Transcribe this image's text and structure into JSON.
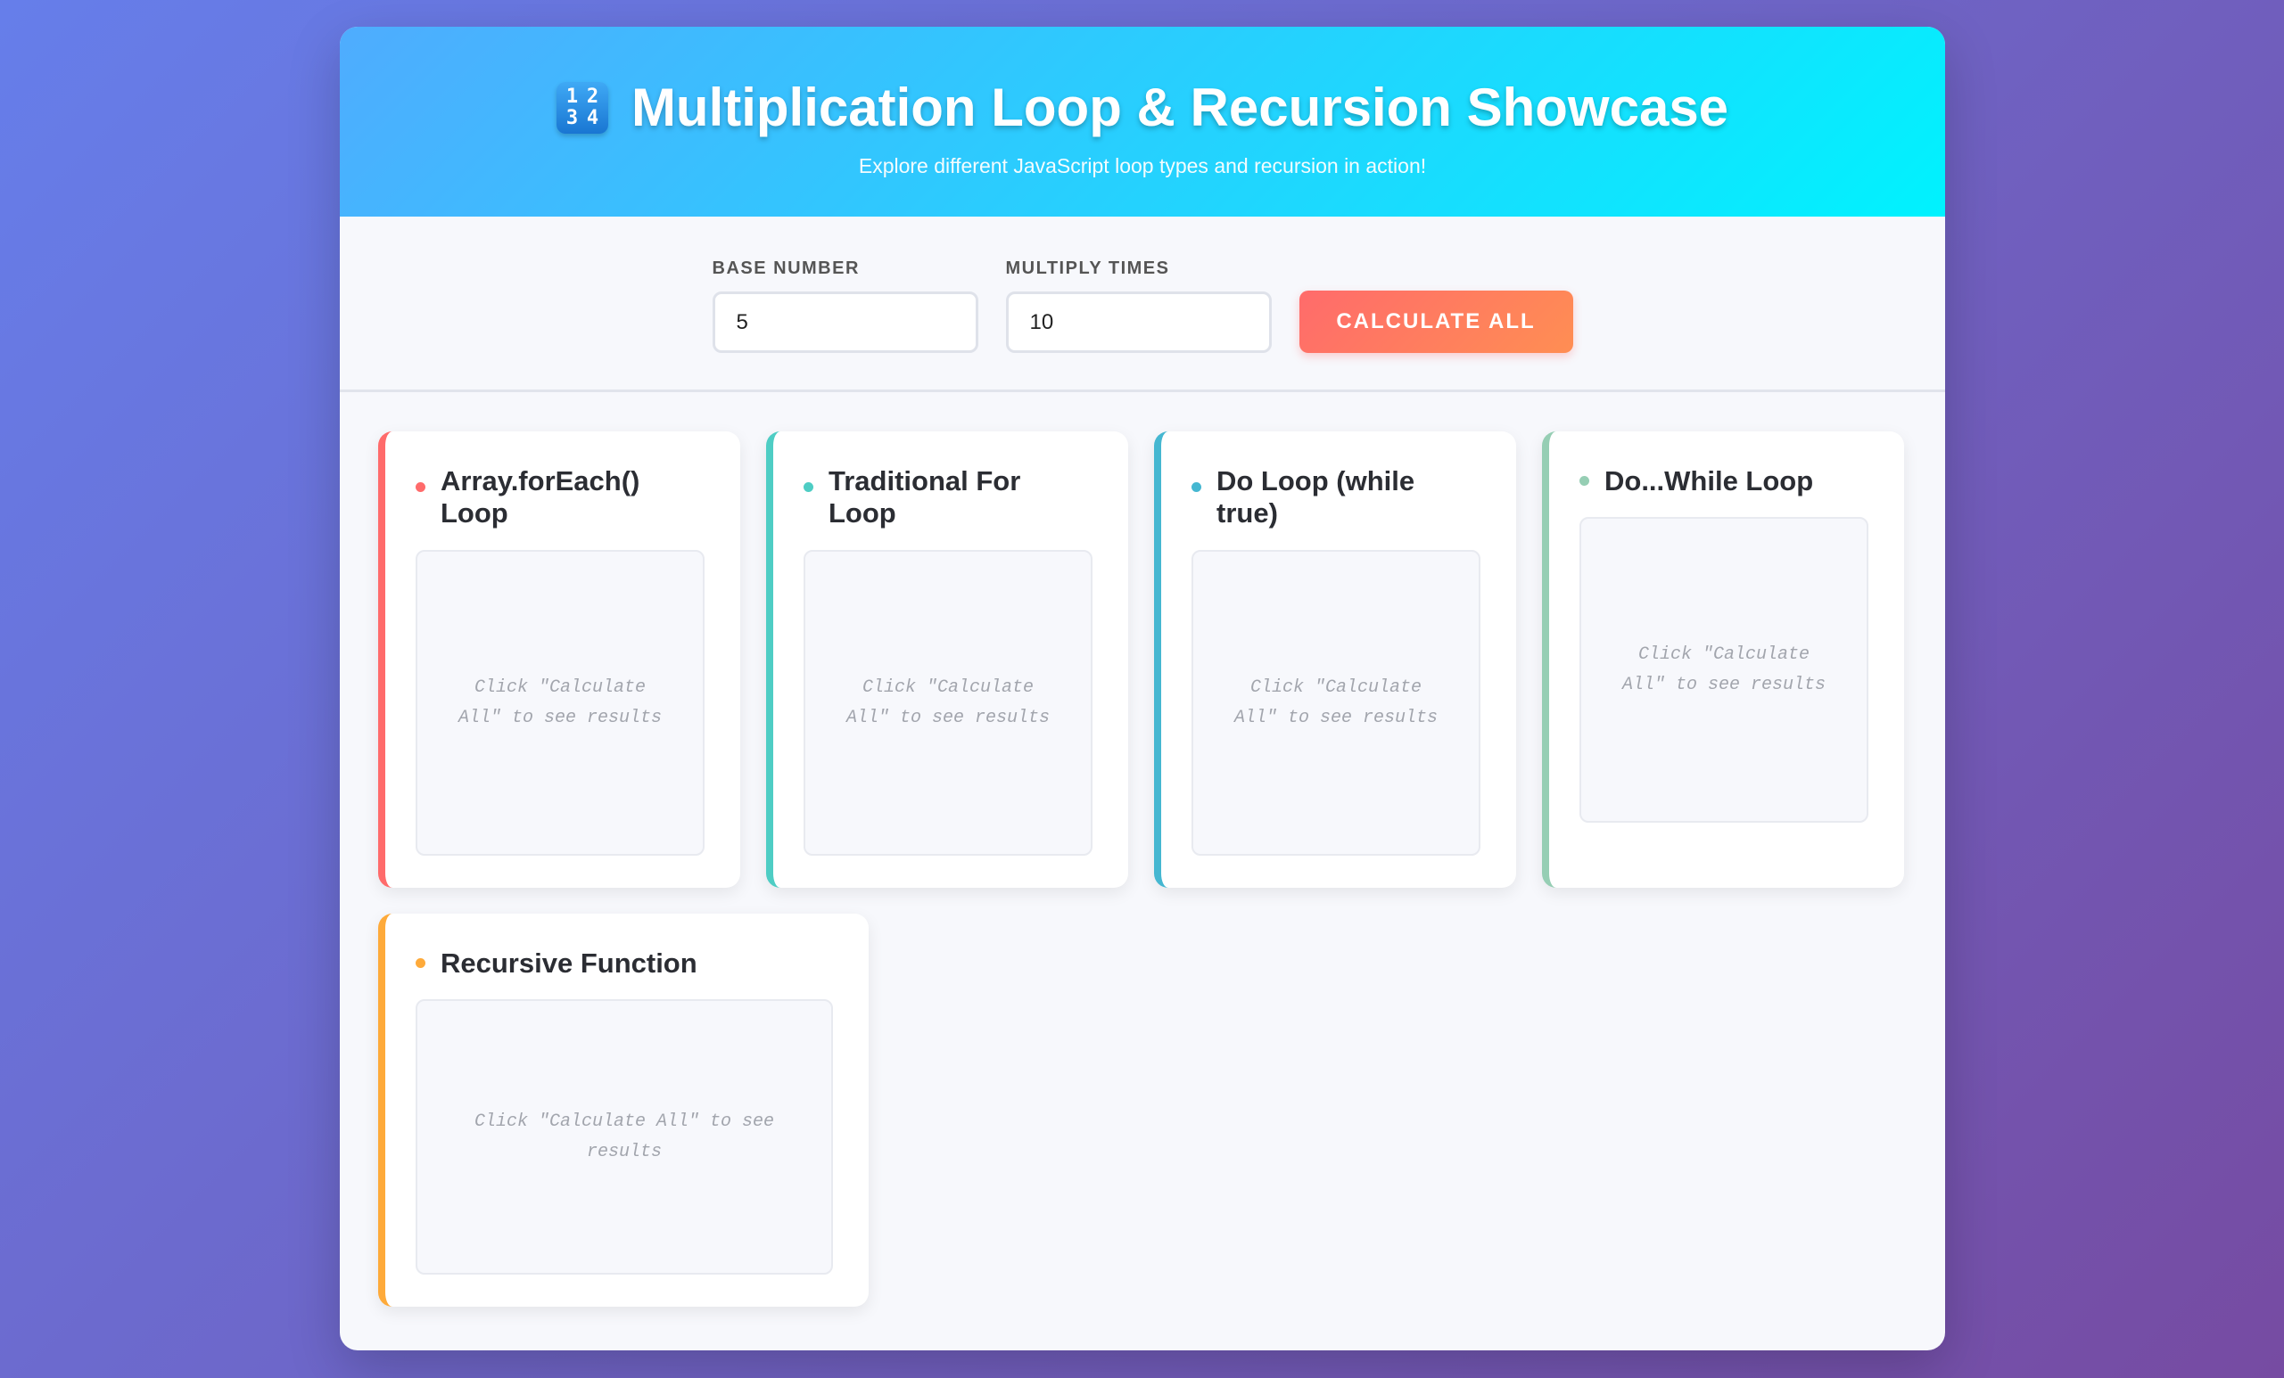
{
  "header": {
    "icon": "1234-number-icon",
    "icon_digits": [
      "1",
      "2",
      "3",
      "4"
    ],
    "title": "Multiplication Loop & Recursion Showcase",
    "subtitle": "Explore different JavaScript loop types and recursion in action!"
  },
  "controls": {
    "base_number_label": "BASE NUMBER",
    "base_number_value": "5",
    "multiply_times_label": "MULTIPLY TIMES",
    "multiply_times_value": "10",
    "calculate_label": "CALCULATE ALL"
  },
  "cards": [
    {
      "title": "Array.forEach() Loop",
      "accent": "#ff6b6b",
      "placeholder": "Click \"Calculate All\" to see results"
    },
    {
      "title": "Traditional For Loop",
      "accent": "#4ecdc4",
      "placeholder": "Click \"Calculate All\" to see results"
    },
    {
      "title": "Do Loop (while true)",
      "accent": "#45b7d1",
      "placeholder": "Click \"Calculate All\" to see results"
    },
    {
      "title": "Do...While Loop",
      "accent": "#96ceb4",
      "placeholder": "Click \"Calculate All\" to see results"
    },
    {
      "title": "Recursive Function",
      "accent": "#feaa3a",
      "placeholder": "Click \"Calculate All\" to see results"
    }
  ],
  "colors": {
    "background_start": "#667eea",
    "background_end": "#764ba2",
    "header_start": "#4facfe",
    "header_end": "#00f2fe",
    "button_start": "#ff6b6b",
    "button_end": "#ff8e53"
  }
}
